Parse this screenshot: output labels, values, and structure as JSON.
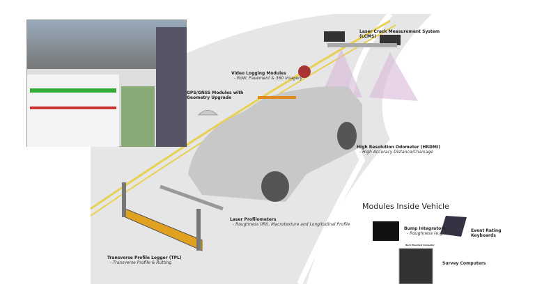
{
  "labels": {
    "lcms": {
      "title": "Laser Crack Measurement System",
      "title2": "(LCMS)"
    },
    "video": {
      "title": "Video Logging Modules",
      "sub": "- RoW, Pavement & 360 Imagery"
    },
    "gps": {
      "title": "GPS/GNSS Modules with",
      "title2": "Geometry Upgrade"
    },
    "odometer": {
      "title": "High Resolution Odometer (HRDMI)",
      "sub": "- High Accuracy Distance/Chainage"
    },
    "profilometers": {
      "title": "Laser Profilometers",
      "sub": "- Roughness (IRI), Macrotexture and Longitudinal Profile"
    },
    "tpl": {
      "title": "Transverse Profile Logger (TPL)",
      "sub": "- Transverse Profile & Rutting"
    }
  },
  "inside": {
    "heading": "Modules Inside Vehicle",
    "bump": {
      "title": "Bump Integrators",
      "sub": "- Roughness (e.g. IRI)"
    },
    "keyboards": {
      "title": "Event Rating",
      "title2": "Keyboards"
    },
    "computer_caption": "Rack Mounted Computer",
    "computers": {
      "title": "Survey Computers"
    }
  }
}
